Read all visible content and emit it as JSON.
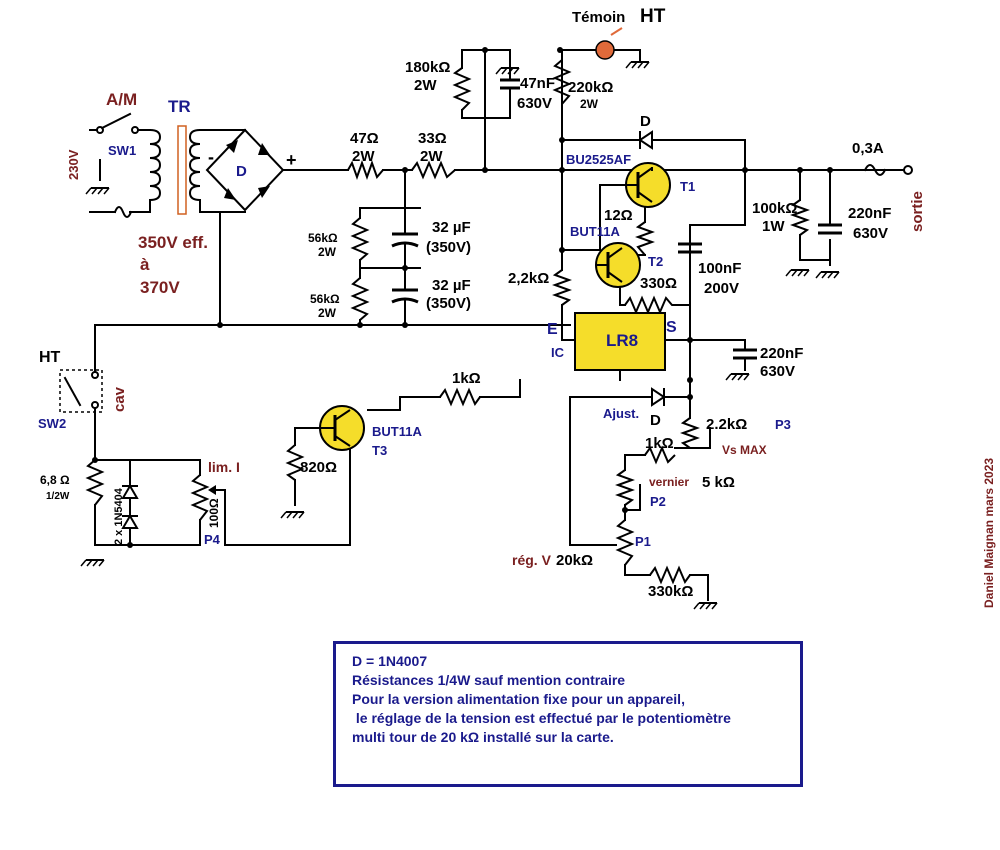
{
  "labels": {
    "temoin": "Témoin",
    "ht_top": "HT",
    "am": "A/M",
    "tr": "TR",
    "sw1": "SW1",
    "v230": "230V",
    "plus": "+",
    "minus": "-",
    "d_bridge": "D",
    "v_eff1": "350V eff.",
    "v_eff2": "à",
    "v_eff3": "370V",
    "r180k": "180kΩ",
    "r180k_w": "2W",
    "c47n": "47nF",
    "c47n_v": "630V",
    "r220k": "220kΩ",
    "r220k_w": "2W",
    "r47": "47Ω",
    "r47_w": "2W",
    "r33": "33Ω",
    "r33_w": "2W",
    "r56k_a": "56kΩ",
    "r56k_a_w": "2W",
    "r56k_b": "56kΩ",
    "r56k_b_w": "2W",
    "c32_a": "32 µF",
    "c32_a_v": "(350V)",
    "c32_b": "32 µF",
    "c32_b_v": "(350V)",
    "d_top": "D",
    "bu2525": "BU2525AF",
    "t1": "T1",
    "r12": "12Ω",
    "but11a_top": "BUT11A",
    "t2": "T2",
    "r2k2": "2,2kΩ",
    "r330": "330Ω",
    "c100n": "100nF",
    "c100n_v": "200V",
    "fuse": "0,3A",
    "r100k": "100kΩ",
    "r100k_w": "1W",
    "c220n_out": "220nF",
    "c220n_out_v": "630V",
    "sortie": "sortie",
    "e": "E",
    "s": "S",
    "ic": "IC",
    "lr8": "LR8",
    "c220n_2": "220nF",
    "c220n_2_v": "630V",
    "ht_left": "HT",
    "cav": "cav",
    "sw2": "SW2",
    "r1k_mid": "1kΩ",
    "but11a_t3": "BUT11A",
    "t3": "T3",
    "r820": "820Ω",
    "ajust": "Ajust.",
    "d_ajust": "D",
    "r2k2_p3": "2.2kΩ",
    "p3": "P3",
    "r1k_low": "1kΩ",
    "vsmax": "Vs MAX",
    "vernier": "vernier",
    "vernier_val": "5 kΩ",
    "p2": "P2",
    "p1": "P1",
    "regv": "rég. V",
    "r20k": "20kΩ",
    "r330k": "330kΩ",
    "r6_8": "6,8 Ω",
    "r6_8_w": "1/2W",
    "diodes": "2 x 1N5404",
    "lim": "lim. I",
    "r100": "100Ω",
    "p4": "P4",
    "credit": "Daniel Maignan mars 2023"
  },
  "notes": [
    "D = 1N4007",
    "Résistances 1/4W sauf mention contraire",
    "Pour la version alimentation fixe pour un appareil,",
    " le réglage de la tension est effectué par le potentiomètre",
    "multi tour de 20 kΩ installé sur la carte."
  ],
  "colors": {
    "ink": "#000000",
    "note_blue": "#1a1a8c",
    "label_brown": "#7a2020",
    "ic_fill": "#f5dd2a",
    "transistor_fill": "#f5dd2a",
    "led_fill": "#e06a3a"
  }
}
